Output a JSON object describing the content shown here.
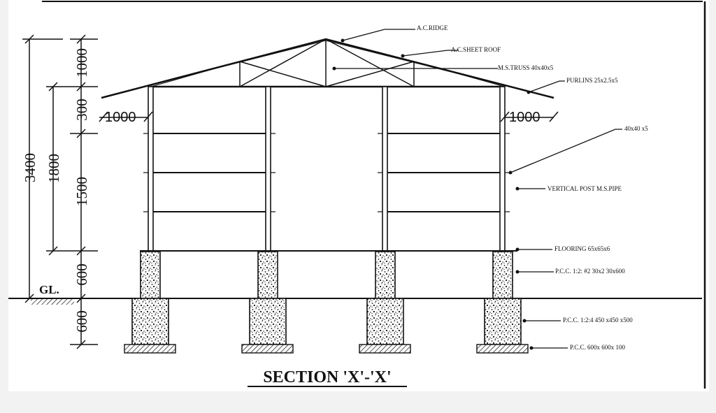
{
  "title": "SECTION 'X'-'X'",
  "ground_label": "GL.",
  "dimensions": {
    "overall_height": "3400",
    "post_height": "1800",
    "roof_rise": "1000",
    "top_gap": "300",
    "mid_height": "1500",
    "plinth": "600",
    "footing": "600",
    "overhang_left": "1000",
    "overhang_right": "1000"
  },
  "callouts": {
    "ridge": "A.C.RIDGE",
    "sheet_roof": "A.C.SHEET ROOF",
    "truss": "M.S.TRUSS 40x40x5",
    "purlins": "PURLINS 25x2.5x5",
    "angle": "40x40 x5",
    "vertical_post": "VERTICAL POST M.S.PIPE",
    "flooring": "FLOORING 65x65x6",
    "pcc_pedestal": "P.C.C. 1:2: #2 30x2 30x600",
    "pcc_footing": "P.C.C. 1:2:4 450 x450 x500",
    "pcc_base": "P.C.C. 600x 600x 100"
  },
  "colors": {
    "line": "#111111",
    "paper": "#ffffff",
    "background": "#f2f2f2"
  }
}
